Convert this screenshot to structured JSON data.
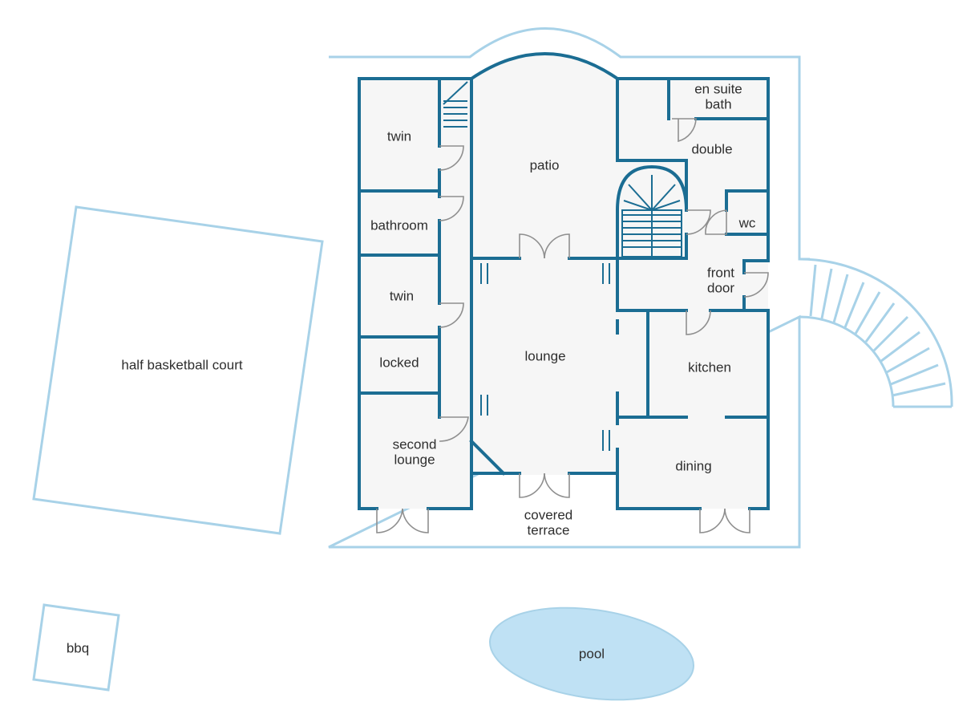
{
  "colors": {
    "wall": "#1b6d93",
    "site_outline": "#a8d2e8",
    "pool_fill": "#bfe1f4",
    "room_fill": "#f6f6f6",
    "door_swing": "#8f8f8f",
    "label_text": "#2e2e2e"
  },
  "rooms": {
    "twin_1": "twin",
    "bathroom": "bathroom",
    "twin_2": "twin",
    "locked": "locked",
    "second_lounge_1": "second",
    "second_lounge_2": "lounge",
    "patio": "patio",
    "lounge": "lounge",
    "en_suite_1": "en suite",
    "en_suite_2": "bath",
    "double": "double",
    "wc": "wc",
    "front_door_1": "front",
    "front_door_2": "door",
    "kitchen": "kitchen",
    "dining": "dining",
    "covered_terrace_1": "covered",
    "covered_terrace_2": "terrace"
  },
  "outside": {
    "court": "half basketball court",
    "bbq": "bbq",
    "pool": "pool"
  }
}
